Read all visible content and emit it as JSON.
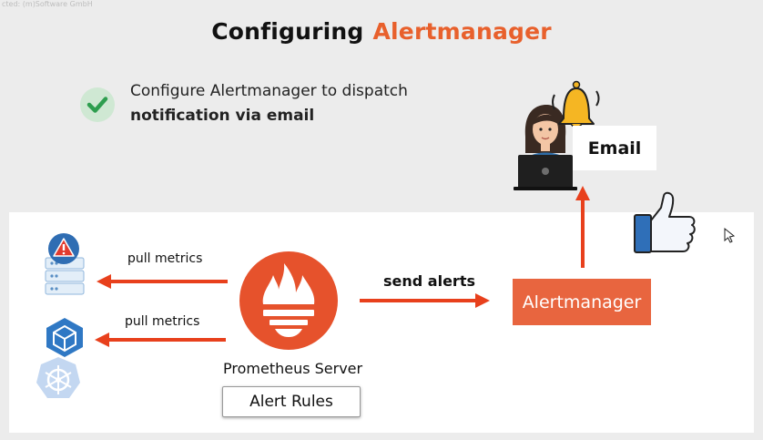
{
  "watermark": "cted: (m)Software GmbH",
  "title": {
    "part1": "Configuring",
    "part2": "Alertmanager"
  },
  "description": {
    "line1": "Configure Alertmanager to dispatch",
    "line2": "notification via email"
  },
  "labels": {
    "pull_metrics_top": "pull metrics",
    "pull_metrics_bottom": "pull metrics",
    "send_alerts": "send alerts",
    "alertmanager": "Alertmanager",
    "prometheus_server": "Prometheus Server",
    "alert_rules": "Alert Rules",
    "email": "Email"
  },
  "colors": {
    "accent": "#e8602c",
    "arrow": "#e8401c",
    "box": "#e8653f",
    "check_bg": "#cfe8d3",
    "check": "#2e9e4f"
  },
  "icons": [
    "check-icon",
    "server-alert-icon",
    "cube-icon",
    "kubernetes-icon",
    "prometheus-icon",
    "woman-laptop-icon",
    "bell-icon",
    "thumbs-up-icon",
    "cursor-icon"
  ]
}
